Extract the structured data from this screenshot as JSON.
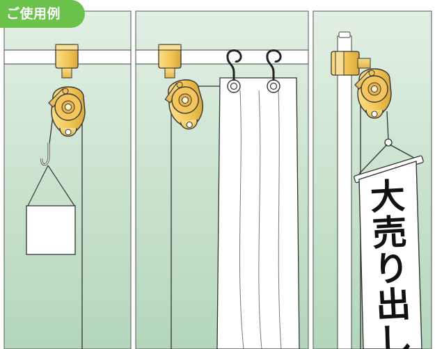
{
  "badge": {
    "label": "ご使用例"
  },
  "banner": {
    "chars": [
      "大",
      "売",
      "り",
      "出",
      "し"
    ]
  },
  "colors": {
    "panel_top": "#e2efe3",
    "panel_bottom": "#b7d9be",
    "pulley_gold": "#f6cf6a",
    "pulley_edge": "#7a5a14",
    "outline": "#333333",
    "badge": "#6bc24a"
  },
  "panels": [
    {
      "name": "panel-hanging-box"
    },
    {
      "name": "panel-curtain"
    },
    {
      "name": "panel-banner-pole"
    }
  ]
}
